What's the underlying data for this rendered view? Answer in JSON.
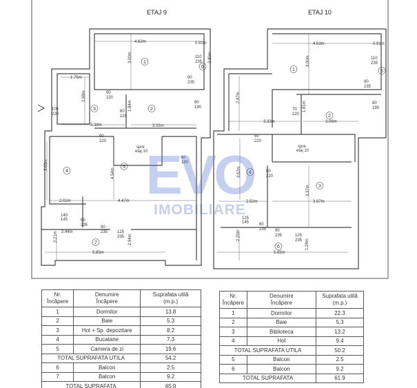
{
  "etaj9": {
    "title": "ETAJ 9",
    "labels": [
      "4.62m",
      "0.91m",
      "3.00m",
      "1",
      "110",
      "235",
      "2.80m",
      "6",
      "90",
      "235",
      "1.75m",
      "2.98m",
      "3",
      "105",
      "220",
      "90",
      "220",
      "80",
      "220",
      "1.84m",
      "2",
      "80",
      "190",
      "3.38m",
      "3.02m",
      "90",
      "220",
      "spre",
      "etaj 10",
      "3.63m",
      "4",
      "5",
      "4.54m",
      "80",
      "190",
      "2.02m",
      "4.47m",
      "140",
      "145",
      "60",
      "235",
      "90",
      "235",
      "2.44m",
      "2.21m",
      "7",
      "125",
      "235",
      "2.94m",
      "5.85m"
    ]
  },
  "etaj10": {
    "title": "ETAJ 10",
    "labels": [
      "4.63m",
      "0.91m",
      "1",
      "3.00m",
      "110",
      "235",
      "5",
      "90",
      "235",
      "2.97m",
      "70",
      "220",
      "2",
      "3.32m",
      "3.06m",
      "80",
      "190",
      "1.81m",
      "50",
      "220",
      "spre",
      "etaj 10",
      "4",
      "3.62m",
      "80",
      "220",
      "3",
      "3.37m",
      "2.52m",
      "3.97m",
      "125",
      "145",
      "60",
      "235",
      "90",
      "235",
      "6",
      "2.20m",
      "125",
      "235",
      "1.28m",
      "5.85m"
    ]
  },
  "watermark": {
    "logo": "EVO",
    "subtitle": "IMOBILIARE"
  },
  "table9": {
    "headers": [
      "Nr.\nÎncăpere",
      "Denumire\nÎncăpere",
      "Suprafata utilă\n(m.p.)"
    ],
    "rows": [
      [
        "1",
        "Dormitor",
        "13.8"
      ],
      [
        "2",
        "Baie",
        "5.3"
      ],
      [
        "3",
        "Hol + Sp. depozitare",
        "8.2"
      ],
      [
        "4",
        "Bucatarie",
        "7.3"
      ],
      [
        "5",
        "Camera de zi",
        "19.6"
      ]
    ],
    "total_util_label": "TOTAL SUPRAFATA UTILA",
    "total_util": "54.2",
    "balcony_rows": [
      [
        "6",
        "Balcon",
        "2.5"
      ],
      [
        "7",
        "Balcon",
        "9.2"
      ]
    ],
    "total_label": "TOTAL SUPRAFATA",
    "total": "65.9"
  },
  "table10": {
    "headers": [
      "Nr.\nÎncăpere",
      "Denumire\nÎncăpere",
      "Suprafata utilă\n(m.p.)"
    ],
    "rows": [
      [
        "1",
        "Dormitor",
        "22.3"
      ],
      [
        "2",
        "Baie",
        "5.3"
      ],
      [
        "3",
        "Biblioteca",
        "13.2"
      ],
      [
        "4",
        "Hol",
        "9.4"
      ]
    ],
    "total_util_label": "TOTAL SUPRAFATA UTILA",
    "total_util": "50.2",
    "balcony_rows": [
      [
        "5",
        "Balcon",
        "2.5"
      ],
      [
        "6",
        "Balcon",
        "9.2"
      ]
    ],
    "total_label": "TOTAL SUPRAFATA",
    "total": "61.9"
  }
}
